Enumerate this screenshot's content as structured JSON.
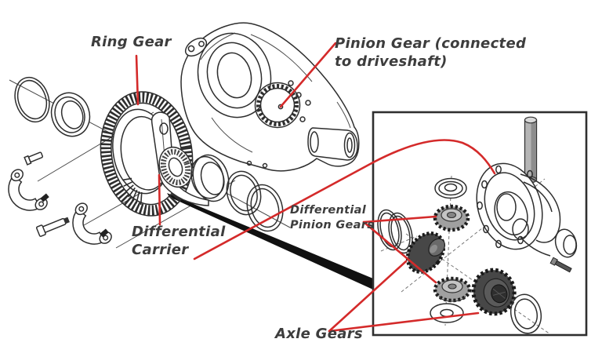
{
  "diagram": {
    "labels": {
      "ring_gear": "Ring Gear",
      "pinion_gear": [
        "Pinion Gear (connected",
        "to driveshaft)"
      ],
      "differential_carrier": [
        "Differential",
        "Carrier"
      ],
      "differential_pinion_gears": [
        "Differential",
        "Pinion Gears"
      ],
      "axle_gears": "Axle Gears"
    },
    "colors": {
      "annotation_red": "#d42a2a",
      "ink": "#2e2e2e",
      "label_ink": "#3d3d3d",
      "gear_gray": "#a0a0a0",
      "gear_dark": "#474747",
      "background": "#ffffff"
    }
  }
}
